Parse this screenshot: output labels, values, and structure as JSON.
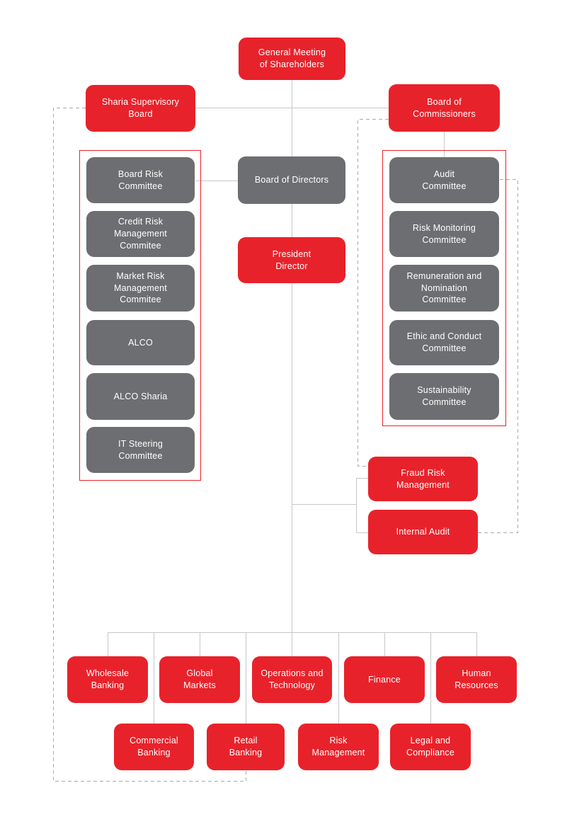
{
  "palette": {
    "node_red": "#e8222b",
    "node_gray": "#6d6e71",
    "solid_line": "#c6c7c9",
    "dashed_line": "#a8aaad",
    "group_outline": "#e8222b",
    "node_text": "#ffffff"
  },
  "nodes": {
    "general_meeting": {
      "label": "General Meeting\nof Shareholders",
      "type": "red"
    },
    "sharia_supervisory_board": {
      "label": "Sharia Supervisory\nBoard",
      "type": "red"
    },
    "board_of_commissioners": {
      "label": "Board of\nCommissioners",
      "type": "red"
    },
    "board_of_directors": {
      "label": "Board of Directors",
      "type": "gray"
    },
    "president_director": {
      "label": "President\nDirector",
      "type": "red"
    },
    "board_risk_committee": {
      "label": "Board Risk\nCommittee",
      "type": "gray"
    },
    "credit_risk_management_commitee": {
      "label": "Credit Risk\nManagement\nCommitee",
      "type": "gray"
    },
    "market_risk_management_commitee": {
      "label": "Market Risk\nManagement\nCommitee",
      "type": "gray"
    },
    "alco": {
      "label": "ALCO",
      "type": "gray"
    },
    "alco_sharia": {
      "label": "ALCO Sharia",
      "type": "gray"
    },
    "it_steering_committee": {
      "label": "IT Steering\nCommittee",
      "type": "gray"
    },
    "audit_committee": {
      "label": "Audit\nCommittee",
      "type": "gray"
    },
    "risk_monitoring_committee": {
      "label": "Risk Monitoring\nCommittee",
      "type": "gray"
    },
    "remuneration_nomination_committee": {
      "label": "Remuneration and\nNomination\nCommittee",
      "type": "gray"
    },
    "ethic_conduct_committee": {
      "label": "Ethic and Conduct\nCommittee",
      "type": "gray"
    },
    "sustainability_committee": {
      "label": "Sustainability\nCommittee",
      "type": "gray"
    },
    "fraud_risk_management": {
      "label": "Fraud Risk\nManagement",
      "type": "red"
    },
    "internal_audit": {
      "label": "Internal Audit",
      "type": "red"
    },
    "wholesale_banking": {
      "label": "Wholesale\nBanking",
      "type": "red"
    },
    "global_markets": {
      "label": "Global\nMarkets",
      "type": "red"
    },
    "operations_technology": {
      "label": "Operations and\nTechnology",
      "type": "red"
    },
    "finance": {
      "label": "Finance",
      "type": "red"
    },
    "human_resources": {
      "label": "Human\nResources",
      "type": "red"
    },
    "commercial_banking": {
      "label": "Commercial\nBanking",
      "type": "red"
    },
    "retail_banking": {
      "label": "Retail\nBanking",
      "type": "red"
    },
    "risk_management": {
      "label": "Risk\nManagement",
      "type": "red"
    },
    "legal_compliance": {
      "label": "Legal and\nCompliance",
      "type": "red"
    }
  },
  "groups": {
    "directors_committees": [
      "Board Risk Committee",
      "Credit Risk Management Commitee",
      "Market Risk Management Commitee",
      "ALCO",
      "ALCO Sharia",
      "IT Steering Committee"
    ],
    "commissioners_committees": [
      "Audit Committee",
      "Risk Monitoring Committee",
      "Remuneration and Nomination Committee",
      "Ethic and Conduct Committee",
      "Sustainability Committee"
    ]
  },
  "connections": [
    {
      "from": "general_meeting",
      "to": "sharia_supervisory_board",
      "style": "solid"
    },
    {
      "from": "general_meeting",
      "to": "board_of_commissioners",
      "style": "solid"
    },
    {
      "from": "general_meeting",
      "to": "board_of_directors",
      "style": "solid"
    },
    {
      "from": "board_of_commissioners",
      "to": "audit_committee",
      "style": "solid"
    },
    {
      "from": "board_of_directors",
      "to": "board_risk_committee",
      "style": "solid"
    },
    {
      "from": "board_of_directors",
      "to": "president_director",
      "style": "solid"
    },
    {
      "from": "president_director",
      "to": "fraud_risk_management",
      "style": "solid"
    },
    {
      "from": "president_director",
      "to": "internal_audit",
      "style": "solid"
    },
    {
      "from": "president_director",
      "to": "wholesale_banking",
      "style": "solid"
    },
    {
      "from": "president_director",
      "to": "commercial_banking",
      "style": "solid"
    },
    {
      "from": "president_director",
      "to": "global_markets",
      "style": "solid"
    },
    {
      "from": "president_director",
      "to": "retail_banking",
      "style": "solid"
    },
    {
      "from": "president_director",
      "to": "operations_technology",
      "style": "solid"
    },
    {
      "from": "president_director",
      "to": "risk_management",
      "style": "solid"
    },
    {
      "from": "president_director",
      "to": "finance",
      "style": "solid"
    },
    {
      "from": "president_director",
      "to": "legal_compliance",
      "style": "solid"
    },
    {
      "from": "president_director",
      "to": "human_resources",
      "style": "solid"
    },
    {
      "from": "sharia_supervisory_board",
      "to": "retail_banking",
      "style": "dashed"
    },
    {
      "from": "board_of_commissioners",
      "to": "fraud_risk_management",
      "style": "dashed"
    },
    {
      "from": "audit_committee",
      "to": "internal_audit",
      "style": "dashed"
    }
  ]
}
